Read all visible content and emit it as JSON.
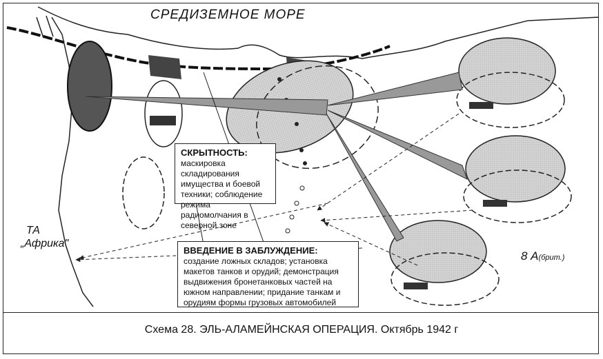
{
  "map": {
    "sea_label": "СРЕДИЗЕМНОЕ МОРЕ",
    "axis_label_line1": "ТА",
    "axis_label_line2": "„Африка\"",
    "allied_army_label": "8 А",
    "allied_army_note": "(брит.)"
  },
  "notes": {
    "concealment": {
      "title": "СКРЫТНОСТЬ:",
      "text": "маскировка складирования имущества и боевой техники; соблюдение режима радиомолчания в северной зоне"
    },
    "deception": {
      "title": "ВВЕДЕНИЕ В ЗАБЛУЖДЕНИЕ:",
      "text": "создание ложных складов; установка макетов танков и орудий; демонстрация выдвижения бронетанковых частей на южном направлении; придание танкам и орудиям формы грузовых автомобилей"
    }
  },
  "caption": "Схема 28. ЭЛЬ-АЛАМЕЙНСКАЯ ОПЕРАЦИЯ. Октябрь 1942 г"
}
